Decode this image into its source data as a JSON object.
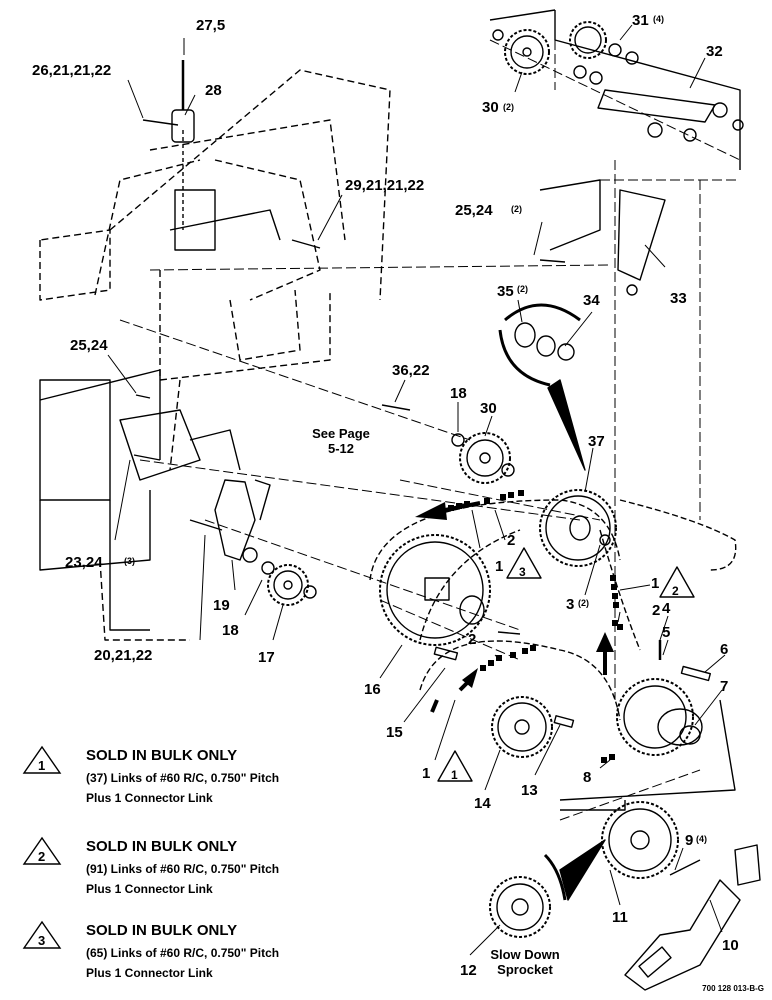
{
  "callouts": {
    "c27_5": "27,5",
    "c26": "26,21,21,22",
    "c28": "28",
    "c29": "29,21,21,22",
    "c25_24a": "25,24",
    "c25_24b": "25,24",
    "c25_24b_qty": "(2)",
    "c35": "35",
    "c35_qty": "(2)",
    "c34": "34",
    "c33": "33",
    "c30a": "30",
    "c30a_qty": "(2)",
    "c31": "31",
    "c31_qty": "(4)",
    "c32": "32",
    "c36": "36,22",
    "c18a": "18",
    "c30b": "30",
    "c37": "37",
    "c23": "23,24",
    "c23_qty": "(3)",
    "c19": "19",
    "c18b": "18",
    "c17": "17",
    "c20": "20,21,22",
    "c16": "16",
    "c1a": "1",
    "c2a": "2",
    "c3": "3",
    "c3_qty": "(2)",
    "c1b": "1",
    "c2b": "2",
    "c4": "4",
    "c5": "5",
    "c6": "6",
    "c7": "7",
    "c2c": "2",
    "c15": "15",
    "c1c": "1",
    "c14": "14",
    "c13": "13",
    "c8": "8",
    "c9": "9",
    "c9_qty": "(4)",
    "c11": "11",
    "c10": "10",
    "c12": "12",
    "tri1": "1",
    "tri2": "2",
    "tri3": "3"
  },
  "see_page": {
    "line1": "See Page",
    "line2": "5-12"
  },
  "slow_down": {
    "line1": "Slow Down",
    "line2": "Sprocket"
  },
  "legend": [
    {
      "marker": "1",
      "heading": "SOLD IN BULK ONLY",
      "line1": "(37) Links of #60 R/C, 0.750\" Pitch",
      "line2": "Plus 1 Connector Link"
    },
    {
      "marker": "2",
      "heading": "SOLD IN BULK ONLY",
      "line1": "(91) Links of #60 R/C, 0.750\" Pitch",
      "line2": "Plus 1 Connector Link"
    },
    {
      "marker": "3",
      "heading": "SOLD IN BULK ONLY",
      "line1": "(65) Links of #60 R/C, 0.750\" Pitch",
      "line2": "Plus 1 Connector Link"
    }
  ],
  "doc_id": "700 128 013-B-G"
}
